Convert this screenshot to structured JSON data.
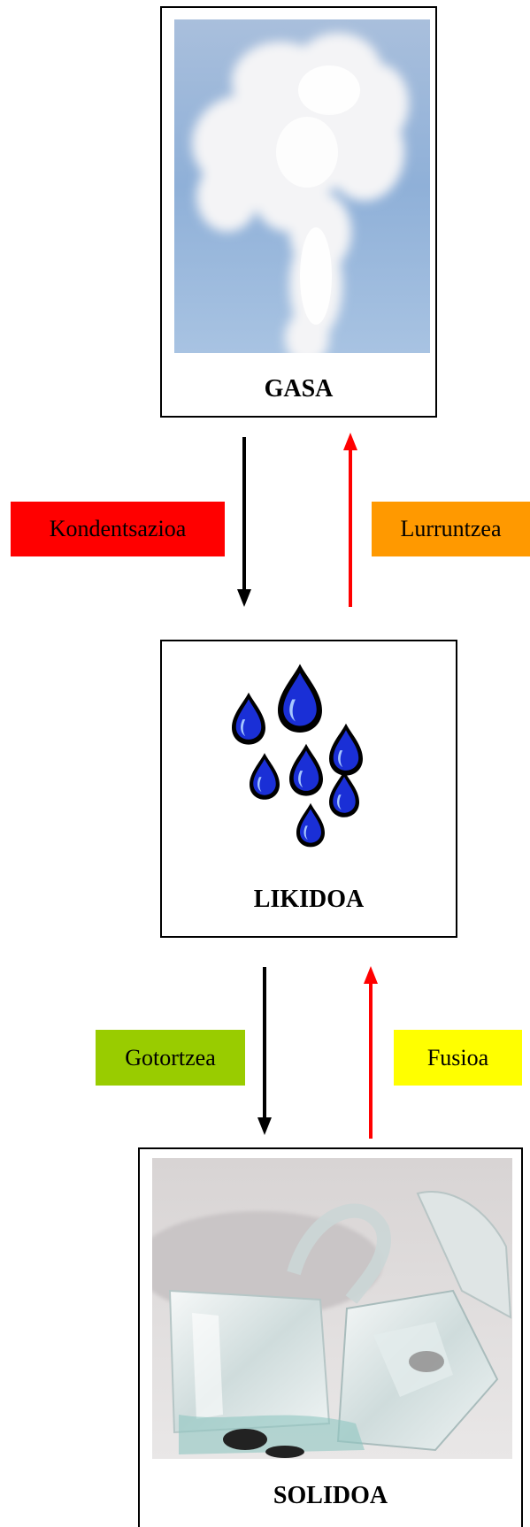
{
  "states": {
    "gas": "GASA",
    "liquid": "LIKIDOA",
    "solid": "SOLIDOA"
  },
  "transitions": {
    "condensation": {
      "label": "Kondentsazioa",
      "color": "#ff0000"
    },
    "vaporization": {
      "label": "Lurruntzea",
      "color": "#ff9900"
    },
    "solidification": {
      "label": "Gotortzea",
      "color": "#99cc00"
    },
    "fusion": {
      "label": "Fusioa",
      "color": "#ffff00"
    }
  },
  "arrow_colors": {
    "downward": "#000000",
    "upward": "#ff0000"
  },
  "icons": {
    "gas": "steam-cloud-photo",
    "liquid": "water-drops-icon",
    "solid": "ice-cubes-photo"
  }
}
